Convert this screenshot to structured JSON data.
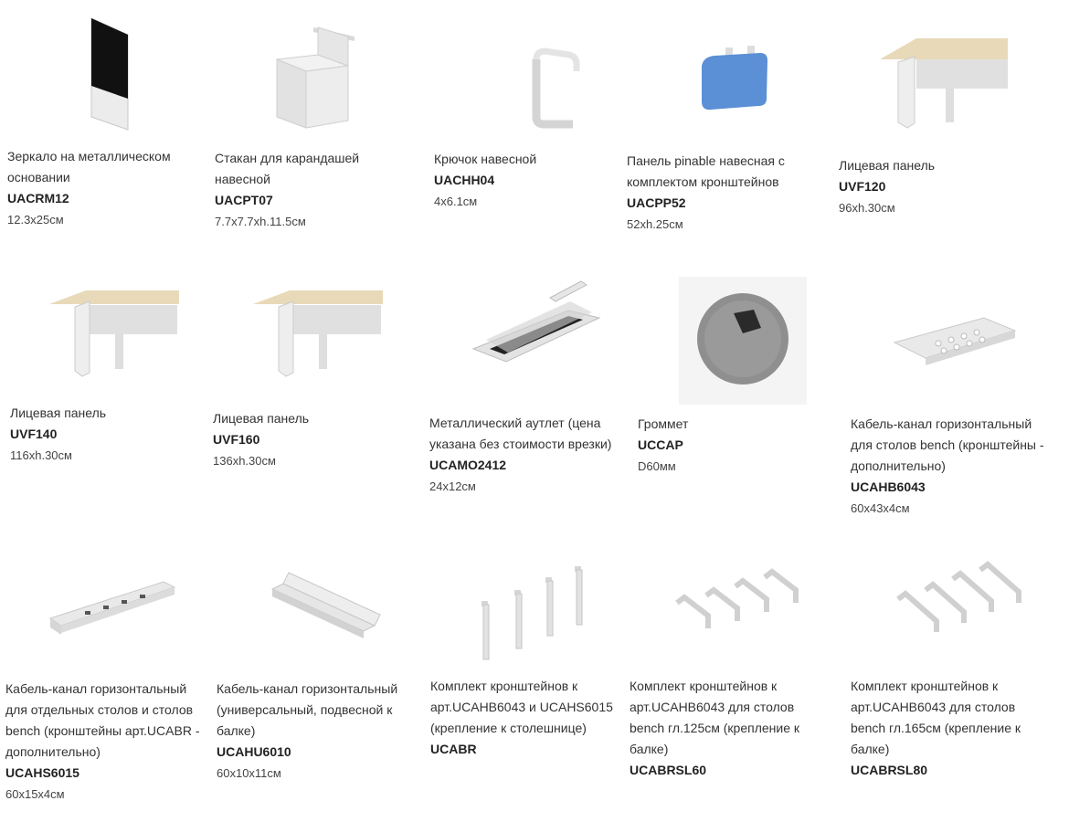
{
  "products": [
    {
      "name": "Зеркало на металлическом\nосновании",
      "code": "UACRM12",
      "size": "12.3x25см",
      "icon": "mirror-panel-icon"
    },
    {
      "name": "Стакан для карандашей\nнавесной",
      "code": "UACPT07",
      "size": "7.7x7.7xh.11.5см",
      "icon": "pencil-cup-icon"
    },
    {
      "name": "Крючок навесной",
      "code": "UACHH04",
      "size": "4x6.1см",
      "icon": "hook-icon"
    },
    {
      "name": "Панель pinable навесная с\nкомплектом кронштейнов",
      "code": "UACPP52",
      "size": "52xh.25см",
      "icon": "pinboard-panel-icon"
    },
    {
      "name": "Лицевая панель",
      "code": "UVF120",
      "size": "96xh.30см",
      "icon": "modesty-panel-icon"
    },
    {
      "name": "Лицевая панель",
      "code": "UVF140",
      "size": "116xh.30см",
      "icon": "modesty-panel-icon"
    },
    {
      "name": "Лицевая панель",
      "code": "UVF160",
      "size": "136xh.30см",
      "icon": "modesty-panel-icon"
    },
    {
      "name": "Металлический аутлет (цена\nуказана без стоимости врезки)",
      "code": "UCAMO2412",
      "size": "24x12см",
      "icon": "metal-outlet-icon"
    },
    {
      "name": "Громмет",
      "code": "UCCAP",
      "size": "D60мм",
      "icon": "grommet-icon"
    },
    {
      "name": "Кабель-канал горизонтальный\nдля столов bench (кронштейны -\nдополнительно)",
      "code": "UCAHB6043",
      "size": "60x43x4см",
      "icon": "cable-tray-icon"
    },
    {
      "name": "Кабель-канал горизонтальный\nдля отдельных столов и столов\nbench (кронштейны арт.UCABR -\nдополнительно)",
      "code": "UCAHS6015",
      "size": "60x15x4см",
      "icon": "cable-tray-narrow-icon"
    },
    {
      "name": "Кабель-канал горизонтальный\n(универсальный, подвесной к\nбалке)",
      "code": "UCAHU6010",
      "size": "60x10x11см",
      "icon": "cable-tray-hanging-icon"
    },
    {
      "name": "Комплект кронштейнов к\nарт.UCAHB6043 и UCAHS6015\n(крепление к столешнице)",
      "code": "UCABR",
      "size": "",
      "icon": "brackets-vertical-icon"
    },
    {
      "name": "Комплект кронштейнов к\nарт.UCAHB6043 для столов\nbench гл.125см (крепление к\nбалке)",
      "code": "UCABRSL60",
      "size": "",
      "icon": "brackets-angled-icon"
    },
    {
      "name": "Комплект кронштейнов к\nарт.UCAHB6043 для столов\nbench гл.165см (крепление к\nбалке)",
      "code": "UCABRSL80",
      "size": "",
      "icon": "brackets-angled-icon"
    }
  ]
}
